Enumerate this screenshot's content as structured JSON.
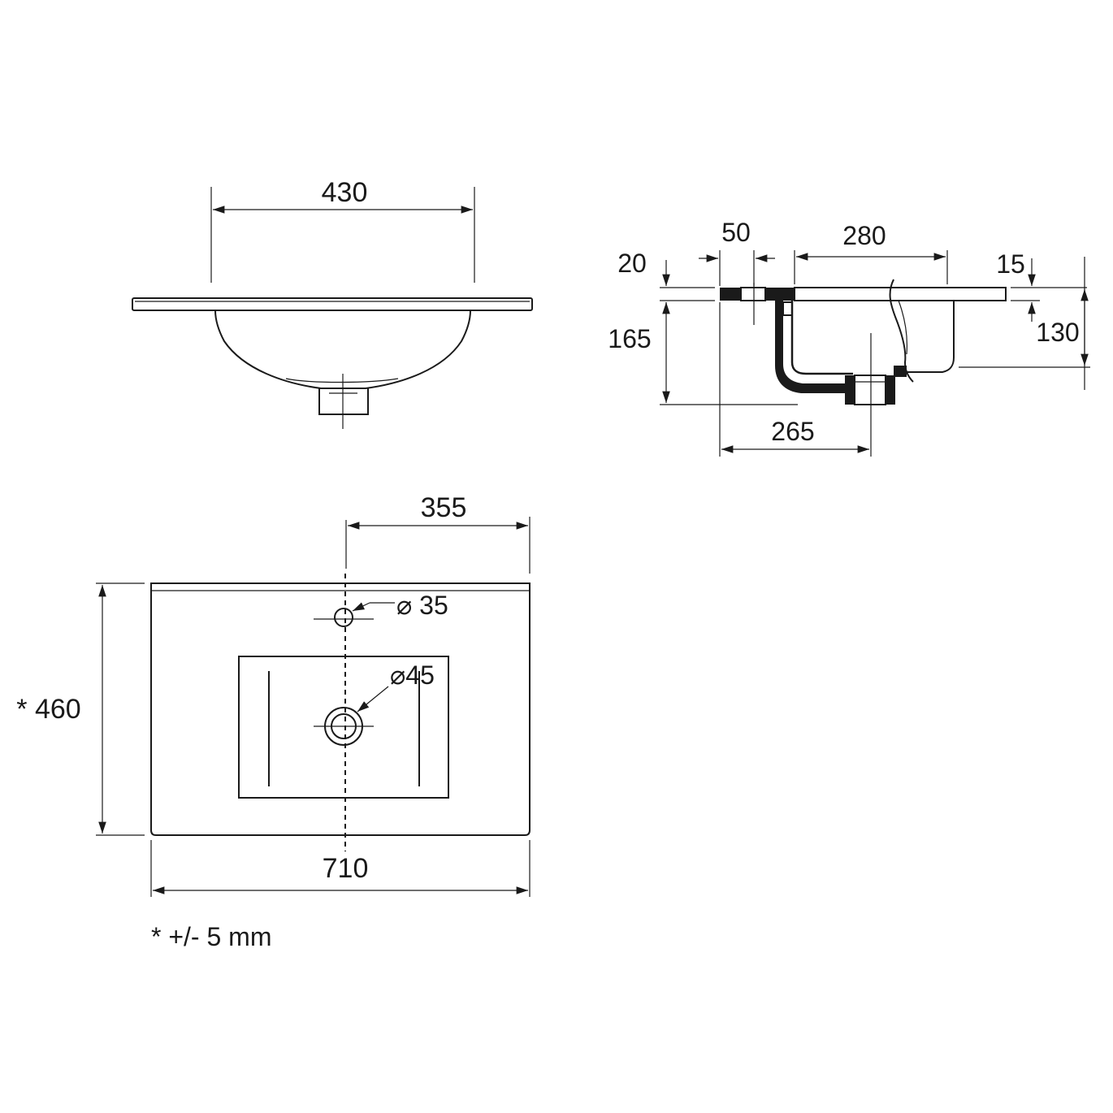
{
  "front_view": {
    "width_label": "430"
  },
  "side_view": {
    "top_thickness_label": "20",
    "tap_hole_width_label": "50",
    "bowl_width_label": "280",
    "rim_label": "15",
    "overall_height_label": "165",
    "bowl_depth_label": "130",
    "drain_offset_label": "265"
  },
  "plan_view": {
    "center_offset_label": "355",
    "tap_hole_diameter_label": "⌀ 35",
    "drain_diameter_label": "⌀45",
    "depth_label": "* 460",
    "width_label": "710"
  },
  "footnote": "* +/- 5 mm"
}
